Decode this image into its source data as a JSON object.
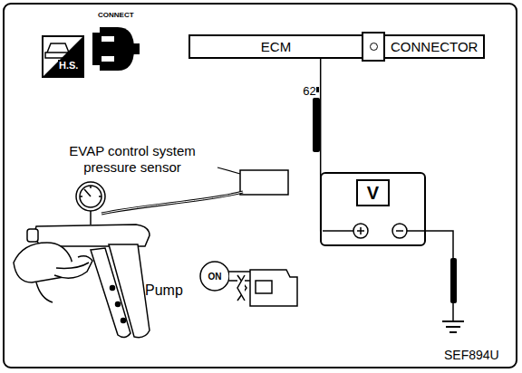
{
  "diagram": {
    "nodes": [
      {
        "text": [
          "ECM",
          "CONNECTOR"
        ]
      },
      {
        "text": [
          "V"
        ]
      }
    ],
    "edges": [
      {
        "from": 0,
        "to": 1,
        "arrow": "none",
        "label": "62"
      }
    ],
    "labels": [
      "H.S.",
      "CONNECT",
      "EVAP control system pressure sensor",
      "Pump",
      "ON",
      "SEF894U"
    ]
  }
}
